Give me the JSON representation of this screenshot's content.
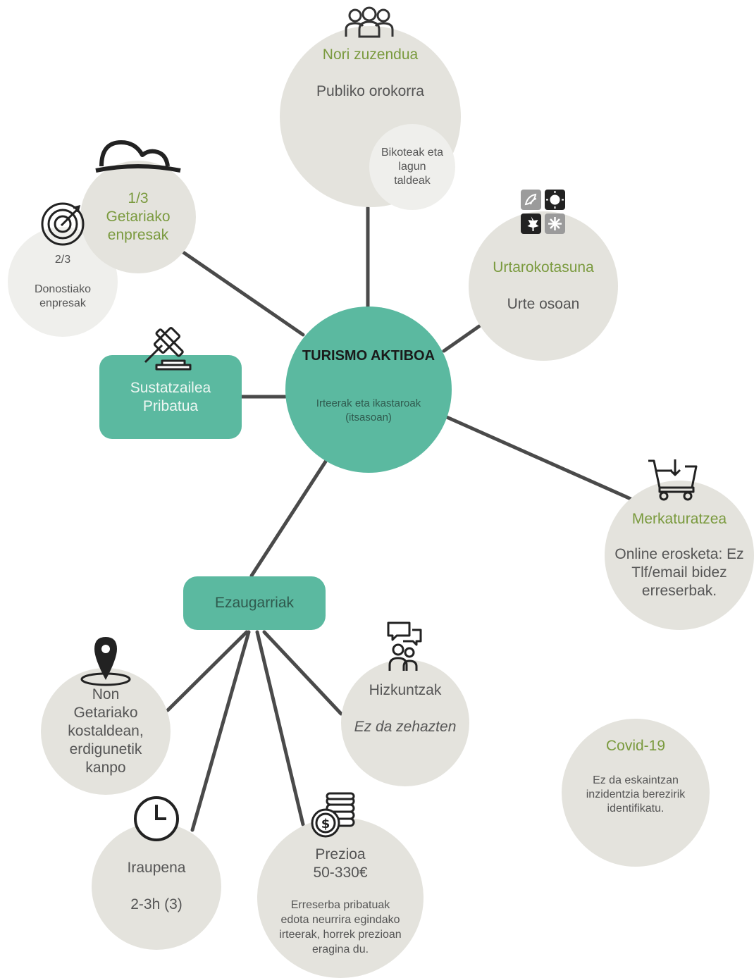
{
  "center": {
    "title": "TURISMO AKTIBOA",
    "subtitle": "Irteerak eta ikastaroak (itsasoan)"
  },
  "audience": {
    "heading": "Nori zuzendua",
    "value": "Publiko orokorra",
    "note": "Bikoteak eta lagun taldeak",
    "icon": "people-group-icon"
  },
  "companies": {
    "primary": "1/3 Getariako enpresak",
    "secondary_fraction": "2/3",
    "secondary_label": "Donostiako enpresak",
    "icons": [
      "boat-cap-icon",
      "target-icon"
    ]
  },
  "seasonality": {
    "heading": "Urtarokotasuna",
    "value": "Urte osoan",
    "icon": "seasons-icon"
  },
  "promoter": {
    "label": "Sustatzailea Pribatua",
    "icon": "gavel-icon"
  },
  "marketing": {
    "heading": "Merkaturatzea",
    "value": "Online erosketa: Ez Tlf/email bidez erreserbak.",
    "icon": "shopping-cart-icon"
  },
  "features": {
    "label": "Ezaugarriak"
  },
  "location": {
    "heading": "Non",
    "value": "Getariako kostaldean, erdigunetik kanpo",
    "icon": "map-pin-icon"
  },
  "languages": {
    "heading": "Hizkuntzak",
    "value": "Ez da zehazten",
    "icon": "chat-people-icon"
  },
  "duration": {
    "heading": "Iraupena",
    "value": "2-3h (3)",
    "icon": "clock-icon"
  },
  "price": {
    "heading": "Prezioa",
    "value": "50-330€",
    "note": "Erreserba pribatuak edota neurrira egindako irteerak, horrek prezioan eragina du.",
    "icon": "coins-icon"
  },
  "covid": {
    "heading": "Covid-19",
    "value": "Ez da eskaintzan inzidentzia berezirik identifikatu."
  },
  "colors": {
    "teal": "#5bb9a0",
    "bubble": "#e4e3dd",
    "bubble_light": "#efefec",
    "heading_green": "#7a9a3e",
    "line": "#4a4a4a"
  }
}
